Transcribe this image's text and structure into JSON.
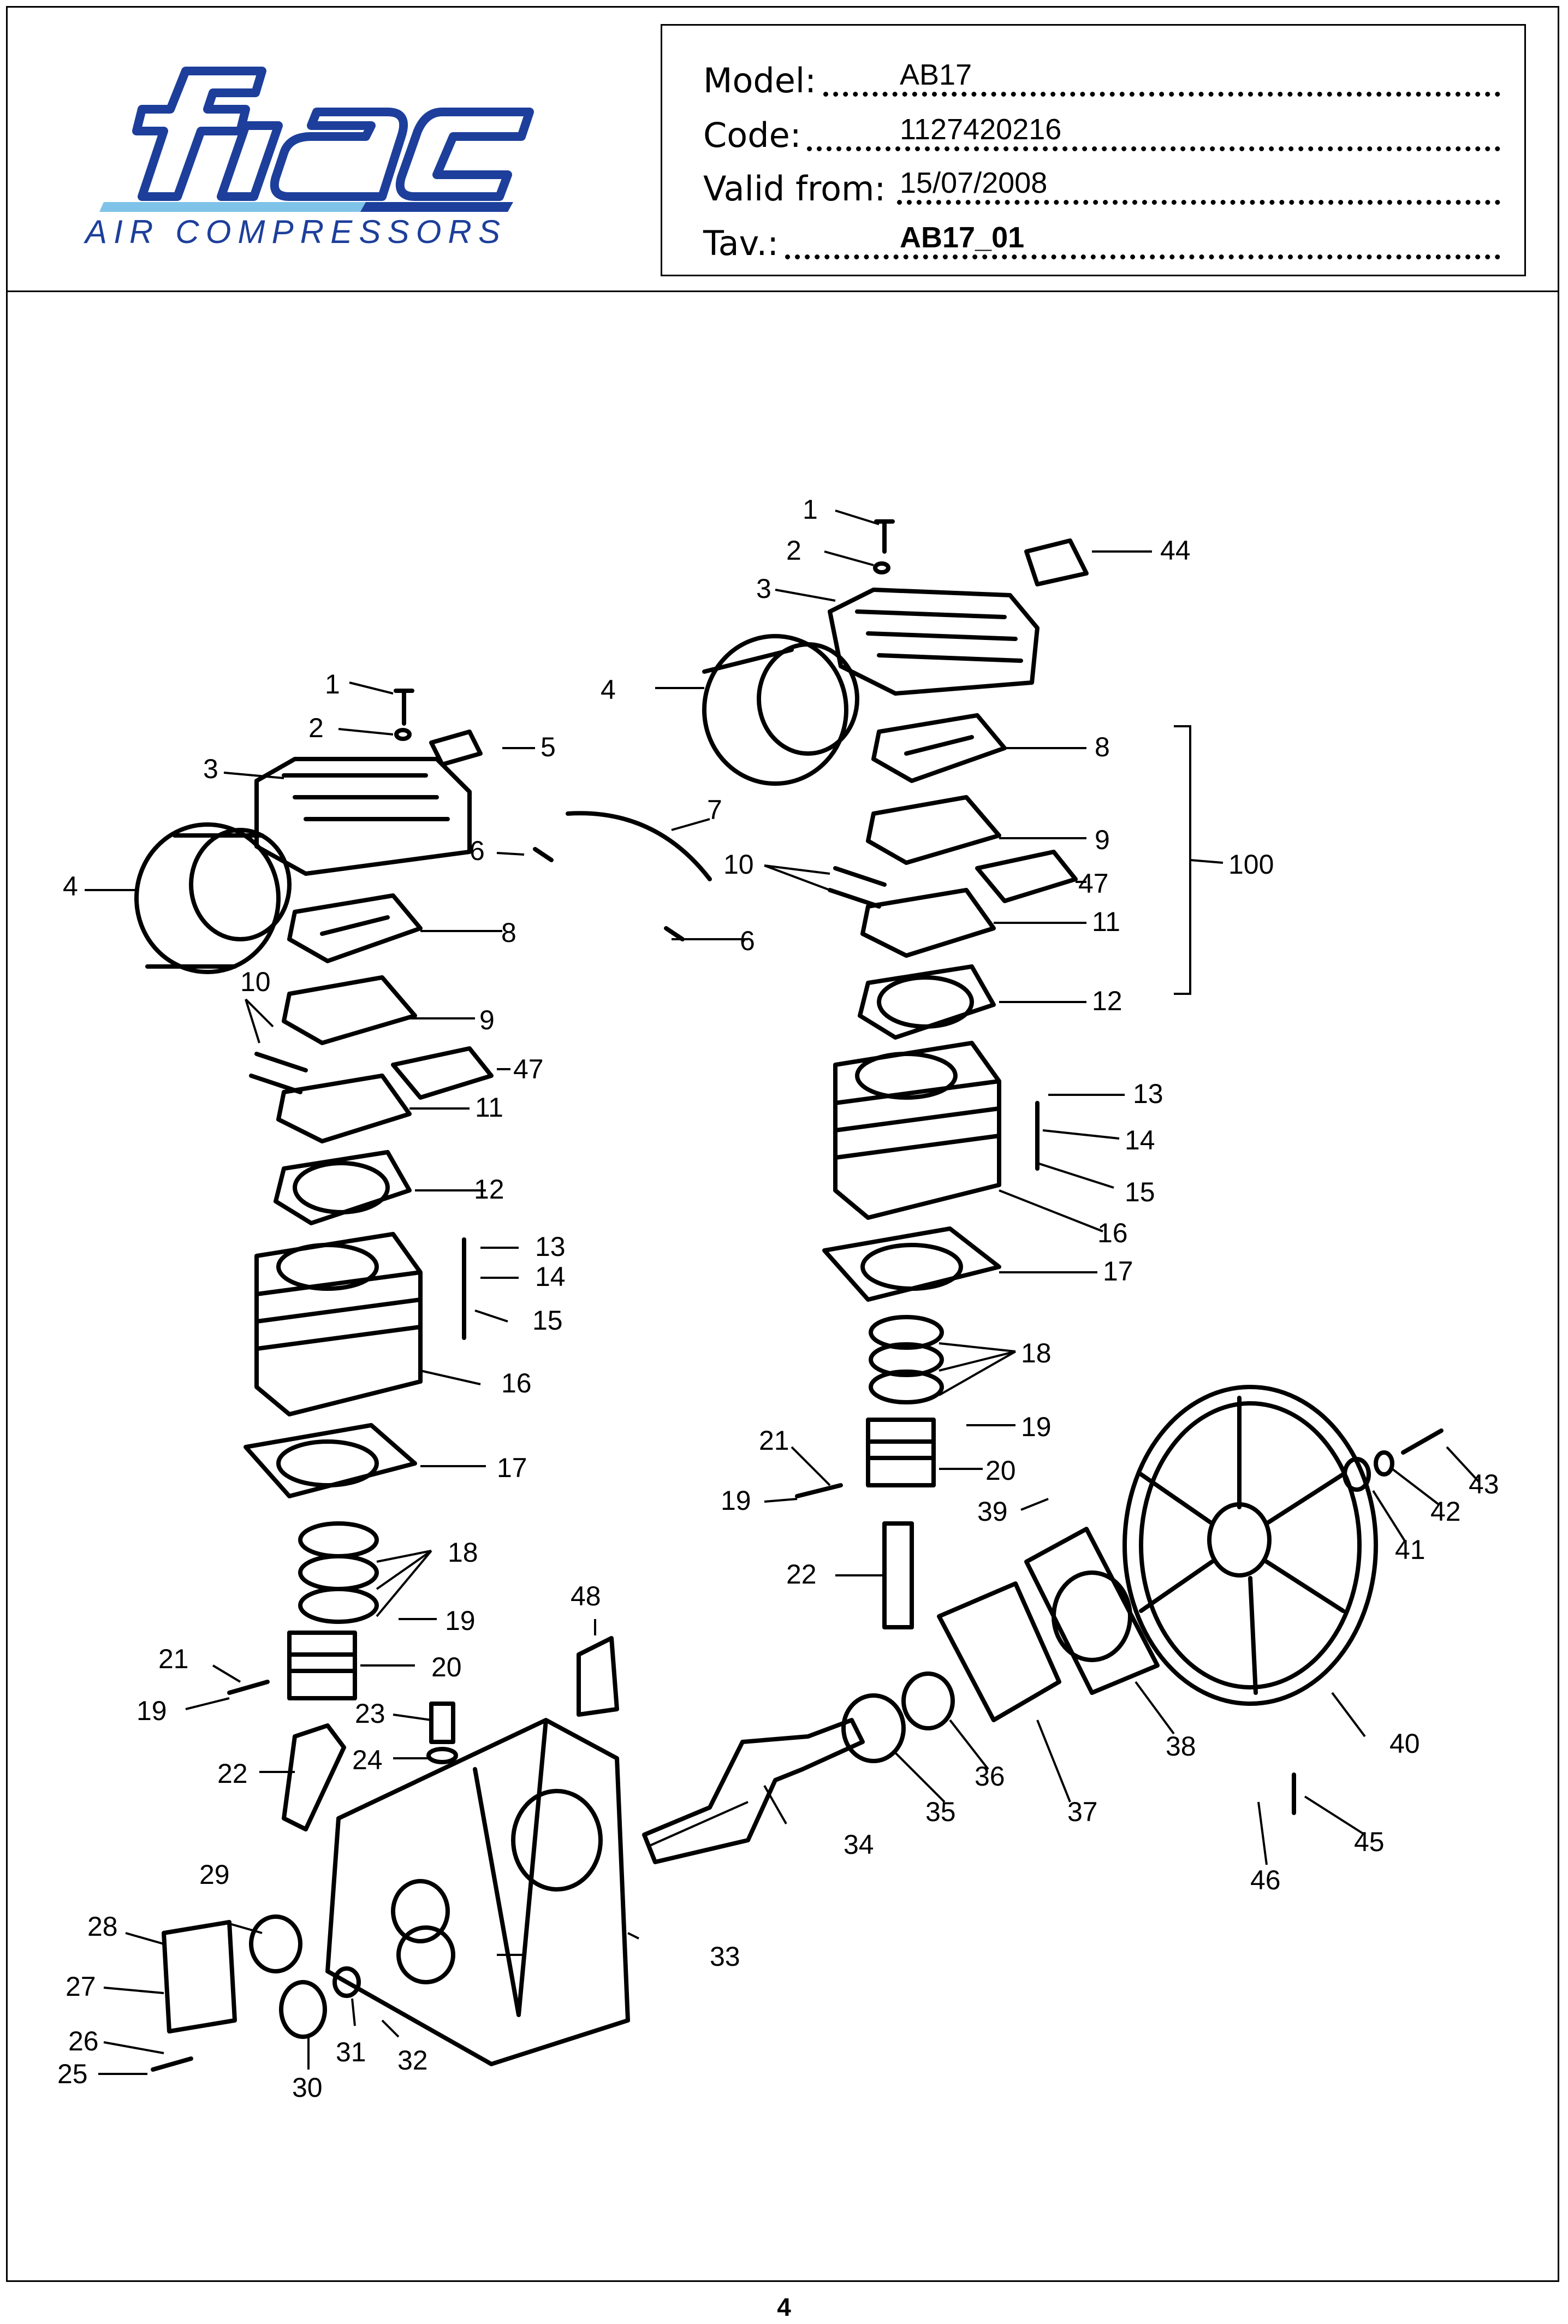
{
  "brand": {
    "logo_text": "fiac",
    "tagline": "AIR COMPRESSORS",
    "colors": {
      "blue": "#1d3f9b",
      "light_blue": "#7fc3e8"
    }
  },
  "info": {
    "model_label": "Model:",
    "model_value": "AB17",
    "code_label": "Code:",
    "code_value": "1127420216",
    "valid_label": "Valid from:",
    "valid_value": "15/07/2008",
    "tav_label": "Tav.:",
    "tav_value": "AB17_01"
  },
  "callouts": [
    "1",
    "2",
    "3",
    "4",
    "5",
    "6",
    "7",
    "8",
    "9",
    "10",
    "11",
    "12",
    "13",
    "14",
    "15",
    "16",
    "17",
    "18",
    "19",
    "20",
    "21",
    "22",
    "23",
    "24",
    "25",
    "26",
    "27",
    "28",
    "29",
    "30",
    "31",
    "32",
    "33",
    "34",
    "35",
    "36",
    "37",
    "38",
    "39",
    "40",
    "41",
    "42",
    "43",
    "44",
    "45",
    "46",
    "47",
    "48",
    "100"
  ],
  "page_number": "4"
}
